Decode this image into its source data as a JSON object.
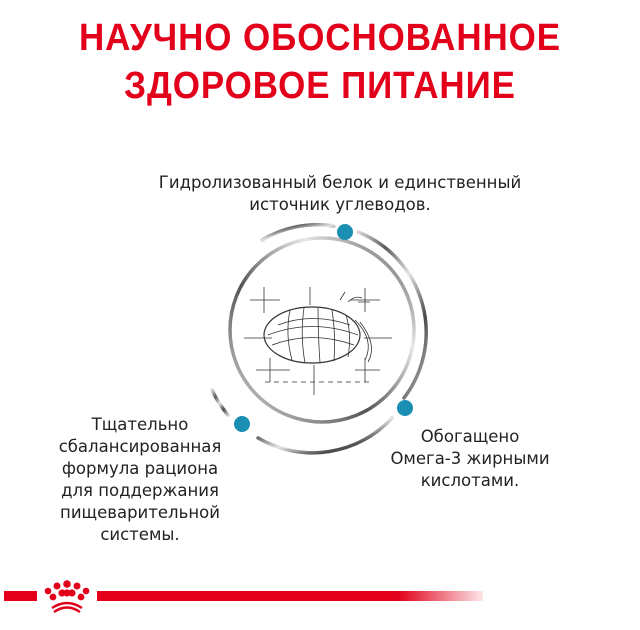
{
  "header": {
    "title_line1": "НАУЧНО ОБОСНОВАННОЕ",
    "title_line2": "ЗДОРОВОЕ ПИТАНИЕ"
  },
  "features": {
    "top": {
      "line1": "Гидролизованный белок и единственный",
      "line2": "источник углеводов."
    },
    "left": {
      "lines": [
        "Тщательно",
        "сбалансированная",
        "формула рациона",
        "для поддержания",
        "пищеварительной",
        "системы."
      ]
    },
    "right": {
      "lines": [
        "Обогащено",
        "Омега-3 жирными",
        "кислотами."
      ]
    }
  },
  "diagram": {
    "icon": "kibble-sketch-icon",
    "dot_color": "#1a8fb3"
  },
  "colors": {
    "brand_red": "#e2001a",
    "accent_blue": "#1a8fb3"
  },
  "footer": {
    "logo": "royal-canin-crown-icon"
  }
}
